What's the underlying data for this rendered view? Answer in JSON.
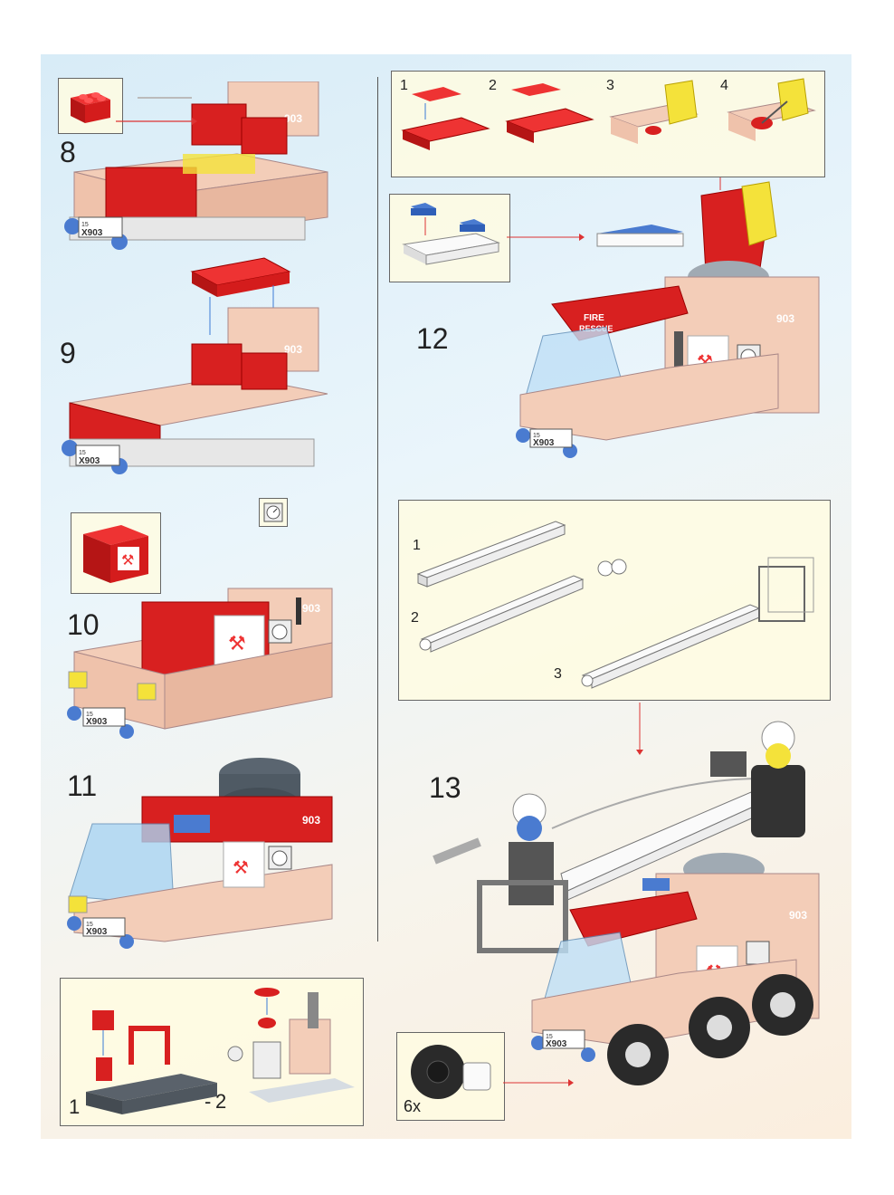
{
  "steps": {
    "s8": "8",
    "s9": "9",
    "s10": "10",
    "s11": "11",
    "s12": "12",
    "s13": "13"
  },
  "substeps_top": [
    "1",
    "2",
    "3",
    "4"
  ],
  "substeps_ladder": [
    "1",
    "2",
    "3"
  ],
  "bottom_left": {
    "a": "1",
    "b": "2"
  },
  "wheel_count": "6x",
  "plate": {
    "top": "15",
    "main": "X903"
  },
  "side_number": "903",
  "roof_text": {
    "line1": "FIRE",
    "line2": "RESCUE"
  },
  "colors": {
    "red": "#d82020",
    "tan": "#f3cdb8",
    "grey": "#9aa0a8",
    "yellow": "#f4e23a",
    "blue": "#4a7bd0"
  }
}
